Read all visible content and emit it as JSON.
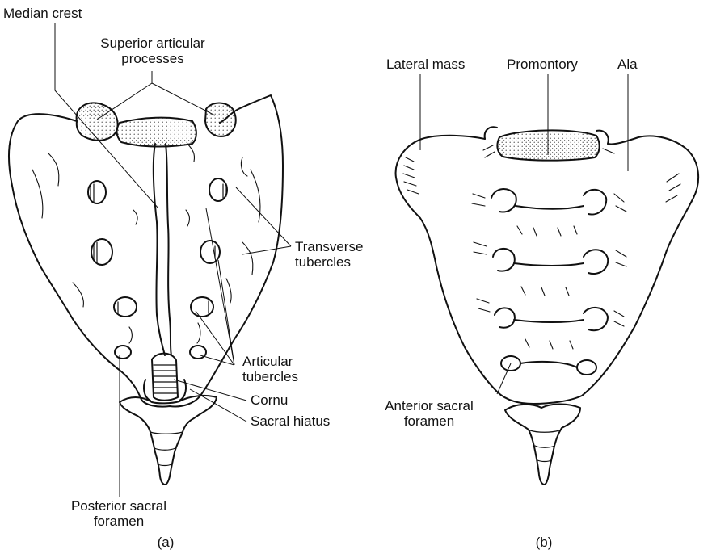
{
  "figure_a": {
    "label": "(a)",
    "labels": {
      "median_crest": "Median crest",
      "superior_articular_line1": "Superior articular",
      "superior_articular_line2": "processes",
      "transverse_line1": "Transverse",
      "transverse_line2": "tubercles",
      "articular_line1": "Articular",
      "articular_line2": "tubercles",
      "cornu": "Cornu",
      "sacral_hiatus": "Sacral hiatus",
      "posterior_line1": "Posterior sacral",
      "posterior_line2": "foramen"
    }
  },
  "figure_b": {
    "label": "(b)",
    "labels": {
      "lateral_mass": "Lateral mass",
      "promontory": "Promontory",
      "ala": "Ala",
      "anterior_line1": "Anterior sacral",
      "anterior_line2": "foramen"
    }
  },
  "colors": {
    "ink": "#111111",
    "background": "#ffffff"
  }
}
